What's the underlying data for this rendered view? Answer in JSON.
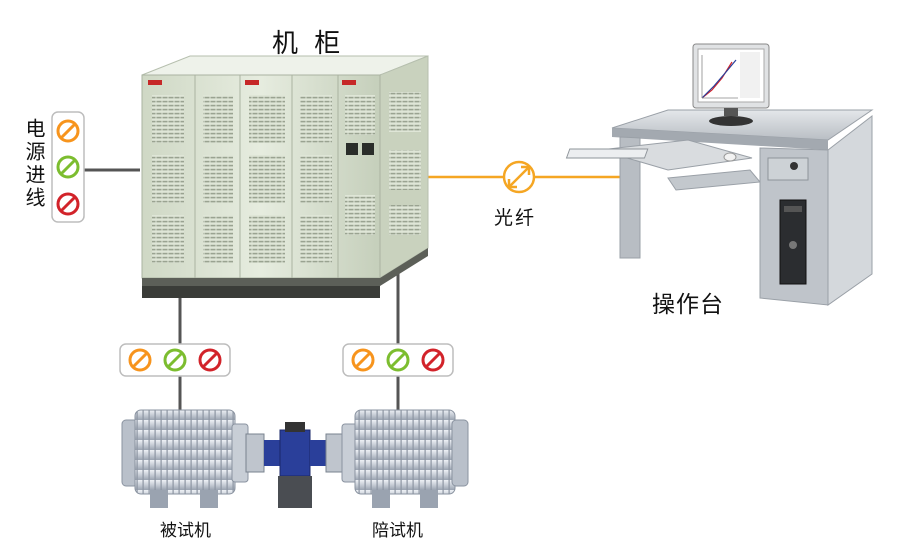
{
  "labels": {
    "cabinet": "机 柜",
    "power_inlet": "电源进线",
    "fiber": "光纤",
    "console": "操作台",
    "dut_motor": "被试机",
    "load_motor": "陪试机"
  },
  "colors": {
    "phase_a": "#f7941d",
    "phase_b": "#7cbd2f",
    "phase_c": "#d2232a",
    "fiber_line": "#f5a623",
    "cable": "#555555",
    "cabinet_body": "#dfe7d6",
    "desk_top": "#cfd3d8",
    "motor_body": "#d4d9e0",
    "coupling_blue": "#2a3f9a"
  },
  "icons": {
    "phase": "phase-symbol-icon",
    "fiber": "fiber-link-icon"
  }
}
